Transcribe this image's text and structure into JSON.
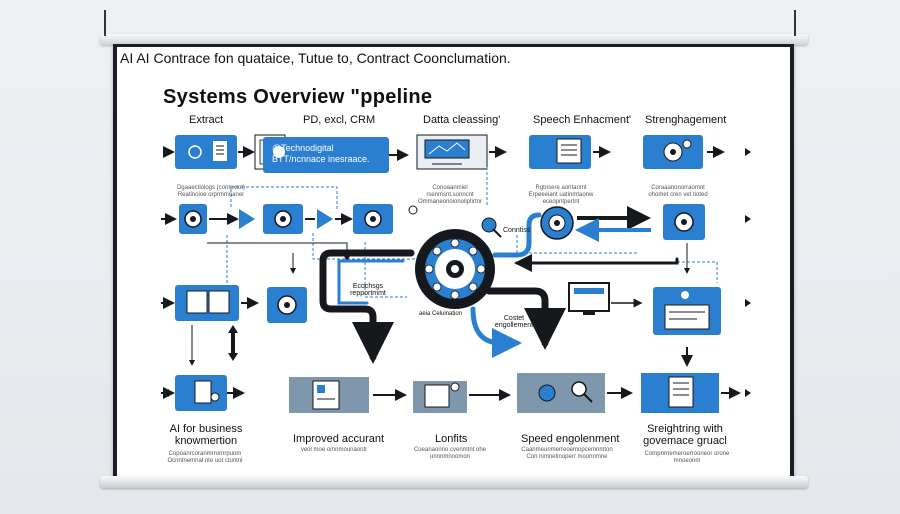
{
  "banner": "AI AI Contrace fon quataice, Tutue to, Contract Coonclumation.",
  "title": "Systems Overview \"ppeline",
  "stage_headers": [
    "Extract",
    "PD, excl, CRM",
    "Datta cleassing'",
    "Speech Enhacment'",
    "Strenghagement"
  ],
  "blue_box_text": [
    "@Technodigital",
    "BTT/ncnnace inesraace."
  ],
  "mid_labels": [
    "Conntiss",
    "Ecochsgs repportmmt",
    "Costet engollement",
    "aeia Celuination"
  ],
  "bottom_captions": [
    "AI for business knowmertion",
    "Improved accurant",
    "Lonfits",
    "Speed engolenment",
    "Sreightring with govemace gruacl"
  ],
  "tiny_texts": {
    "row1_under": [
      "Dgaaectiologs (contextot) Reatinoioe orprmmnaner",
      "Conoaanmiel rsenmsnt.sonncnt Ommaneonoionoliptirtnr",
      "Rgtnsere aontanmt Erpeeeiant uatinmtaonw eceopritpertnt",
      "Coraaanonorraomnt ohomet cren vet tioted"
    ],
    "bottom_under": [
      "Copoanrcoranmrrornrpuom Ocnntnemnal nte uot ctuntnl",
      "veol moe omnmounaontr",
      "Coeanaonno cvenmtnt ohe unnnmnoomon",
      "Caanmeunmerreoemopcemnmton Con nimnetinoperr moonnmne",
      "Compnrnemeroerrooneor orone mnoeonm"
    ]
  },
  "icons": [
    "gear-icon",
    "document-icon",
    "monitor-icon",
    "book-icon",
    "search-icon",
    "chart-icon",
    "laptop-icon"
  ],
  "colors": {
    "accent_blue": "#2b7fd0",
    "slate_panel": "#7f97ad",
    "dark": "#15181c",
    "frame": "#1b1e24"
  }
}
